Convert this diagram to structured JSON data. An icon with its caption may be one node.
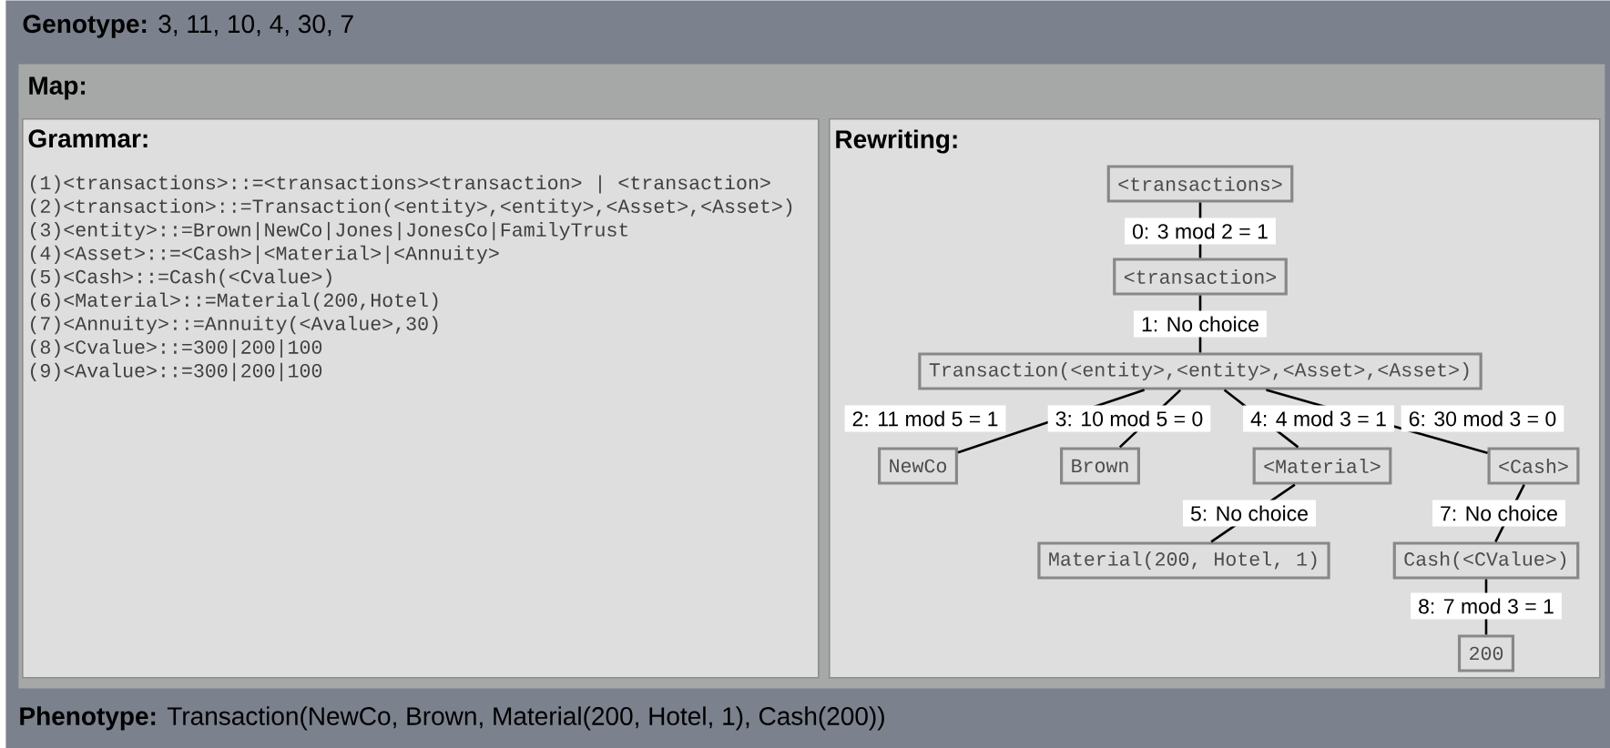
{
  "diagram": {
    "nodes": [
      {
        "text": [
          "**Genotype:** 3, 11, 10, 4, 30, 7",
          "**Phenotype:** Transaction(NewCo, Brown, Material(200, Hotel, 1), Cash(200))"
        ]
      },
      {
        "text": [
          "Map:"
        ],
        "in": 0
      },
      {
        "text": [
          "Grammar:",
          "(1)<transactions>::=<transactions><transaction> | <transaction>",
          "(2)<transaction>::=Transaction(<entity>,<entity>,<Asset>,<Asset>)",
          "(3)<entity>::=Brown|NewCo|Jones|JonesCo|FamilyTrust",
          "(4)<Asset>::=<Cash>|<Material>|<Annuity>",
          "(5)<Cash>::=Cash(<Cvalue>)",
          "(6)<Material>::=Material(200,Hotel)",
          "(7)<Annuity>::=Annuity(<Avalue>,30)",
          "(8)<Cvalue>::=300|200|100",
          "(9)<Avalue>::=300|200|100"
        ],
        "in": 1
      },
      {
        "text": [
          "Rewriting:"
        ],
        "in": 1
      },
      {
        "text": [
          "<transactions>"
        ],
        "in": 3
      },
      {
        "text": [
          "<transaction>"
        ],
        "in": 3
      },
      {
        "text": [
          "Transaction(<entity>,<entity>,<Asset>,<Asset>)"
        ],
        "in": 3
      },
      {
        "text": [
          "NewCo"
        ],
        "in": 3
      },
      {
        "text": [
          "Brown"
        ],
        "in": 3
      },
      {
        "text": [
          "<Material>"
        ],
        "in": 3
      },
      {
        "text": [
          "<Cash>"
        ],
        "in": 3
      },
      {
        "text": [
          "Material(200, Hotel, 1)"
        ],
        "in": 3
      },
      {
        "text": [
          "Cash(<CValue>)"
        ],
        "in": 3
      },
      {
        "text": [
          "200"
        ],
        "in": 3
      }
    ],
    "edges": [
      {
        "from": 4,
        "to": 5,
        "arrow": "none",
        "label": "0: 3 mod 2 = 1"
      },
      {
        "from": 5,
        "to": 6,
        "arrow": "none",
        "label": "1: No choice"
      },
      {
        "from": 6,
        "to": 7,
        "arrow": "none",
        "label": "2: 11 mod 5 = 1"
      },
      {
        "from": 6,
        "to": 8,
        "arrow": "none",
        "label": "3: 10 mod 5 = 0"
      },
      {
        "from": 6,
        "to": 9,
        "arrow": "none",
        "label": "4: 4 mod 3 = 1"
      },
      {
        "from": 6,
        "to": 10,
        "arrow": "none",
        "label": "6: 30 mod 3 = 0"
      },
      {
        "from": 9,
        "to": 11,
        "arrow": "none",
        "label": "5: No choice"
      },
      {
        "from": 10,
        "to": 12,
        "arrow": "none",
        "label": "7: No choice"
      },
      {
        "from": 12,
        "to": 13,
        "arrow": "none",
        "label": "8: 7 mod 3 = 1"
      }
    ]
  }
}
